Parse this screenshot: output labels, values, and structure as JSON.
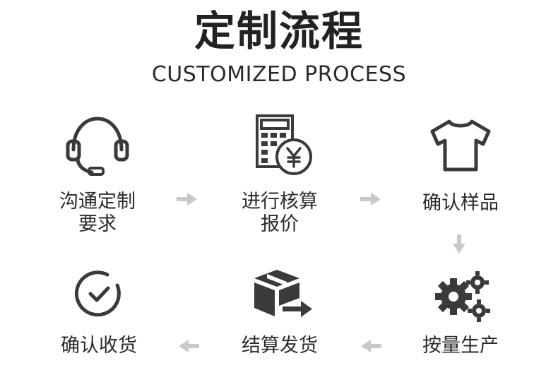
{
  "header": {
    "title": "定制流程",
    "subtitle": "CUSTOMIZED PROCESS"
  },
  "steps": [
    {
      "line1": "沟通定制",
      "line2": "要求",
      "icon": "headset-icon"
    },
    {
      "line1": "进行核算",
      "line2": "报价",
      "icon": "calculator-yen-icon"
    },
    {
      "line1": "确认样品",
      "line2": "",
      "icon": "tshirt-icon"
    },
    {
      "line1": "按量生产",
      "line2": "",
      "icon": "gears-icon"
    },
    {
      "line1": "结算发货",
      "line2": "",
      "icon": "box-shipping-icon"
    },
    {
      "line1": "确认收货",
      "line2": "",
      "icon": "check-circle-icon"
    }
  ],
  "colors": {
    "icon": "#3a3a3a",
    "arrow": "#c9c9c9",
    "text": "#2b2b2b"
  }
}
